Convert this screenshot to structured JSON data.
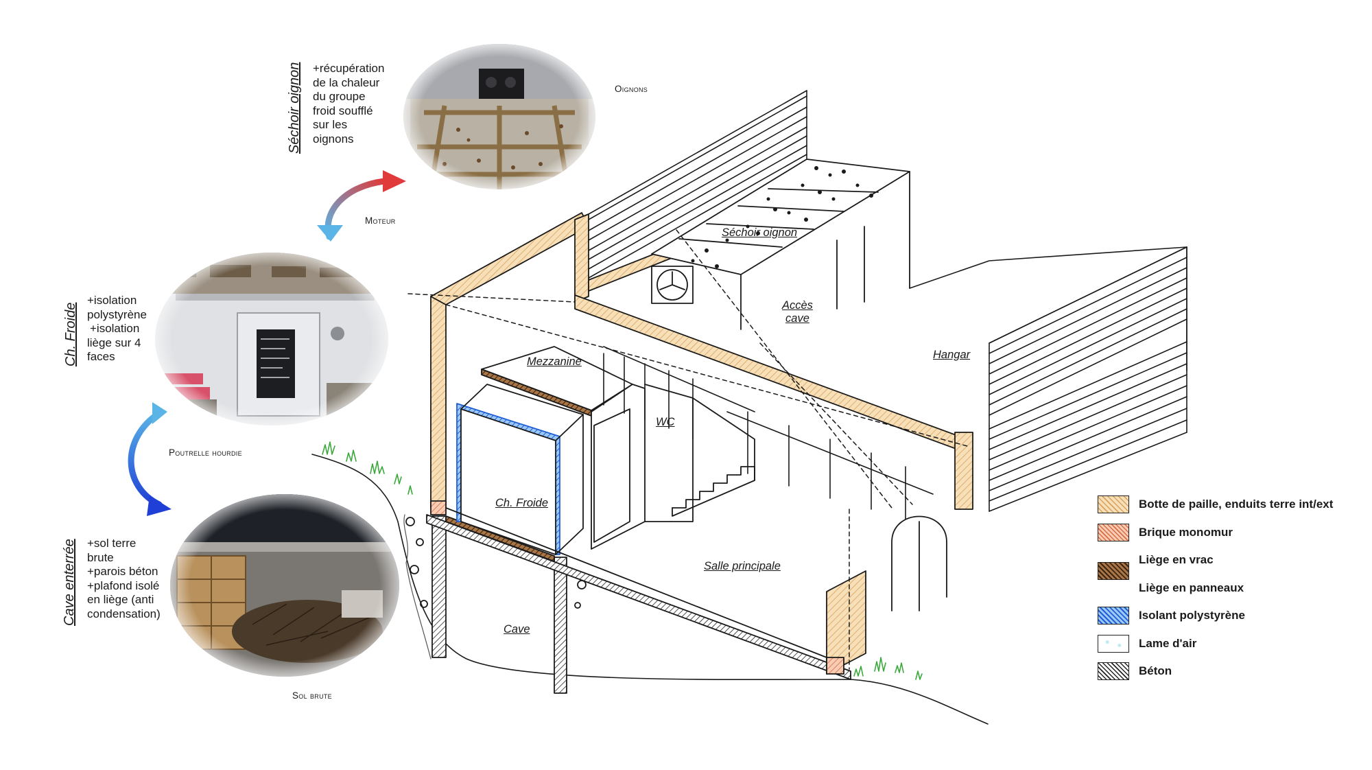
{
  "sections": {
    "sechoir": {
      "title": "Séchoir oignon",
      "notes": [
        "+récupération",
        "de la chaleur",
        "du groupe",
        "froid soufflé",
        "sur les",
        "oignons"
      ],
      "caption": "Oignons"
    },
    "chambre_froide": {
      "title": "Ch. Froide",
      "notes": [
        "+isolation",
        "polystyrène",
        "+isolation",
        "liège sur 4",
        "faces"
      ]
    },
    "cave": {
      "title": "Cave enterrée",
      "notes": [
        "+sol terre",
        "brute",
        "+parois béton",
        "+plafond isolé",
        "en liège (anti",
        "condensation)"
      ],
      "caption": "Sol brute"
    }
  },
  "arrows": {
    "top": {
      "label": "Moteur",
      "color_start": "#5ab4e6",
      "color_end": "#e03a3a"
    },
    "bottom": {
      "label": "Poutrelle hourdie",
      "color_start": "#5ab4e6",
      "color_end": "#1f3fd6"
    }
  },
  "rooms": {
    "sechoir_oignon": "Séchoir oignon",
    "acces_cave": [
      "Accès",
      "cave"
    ],
    "hangar": "Hangar",
    "mezzanine": "Mezzanine",
    "wc": "WC",
    "ch_froide": "Ch. Froide",
    "salle_principale": "Salle principale",
    "cave": "Cave"
  },
  "legend": [
    {
      "label": "Botte de paille, enduits terre int/ext",
      "fill": "#f5d9ad",
      "stroke": "#d9a25f"
    },
    {
      "label": "Brique monomur",
      "fill": "#f6c1a6",
      "stroke": "#d86a45"
    },
    {
      "label": "Liège en vrac",
      "fill": "#9b6a3c",
      "stroke": "#4a2a12"
    },
    {
      "label": "Liège en panneaux",
      "fill": "",
      "stroke": ""
    },
    {
      "label": "Isolant polystyrène",
      "fill": "#7fb6f0",
      "stroke": "#1f5ed6"
    },
    {
      "label": "Lame d'air",
      "fill": "#ffffff",
      "stroke": "#8fd8e6"
    },
    {
      "label": "Béton",
      "fill": "#ffffff",
      "stroke": "#222222"
    }
  ]
}
